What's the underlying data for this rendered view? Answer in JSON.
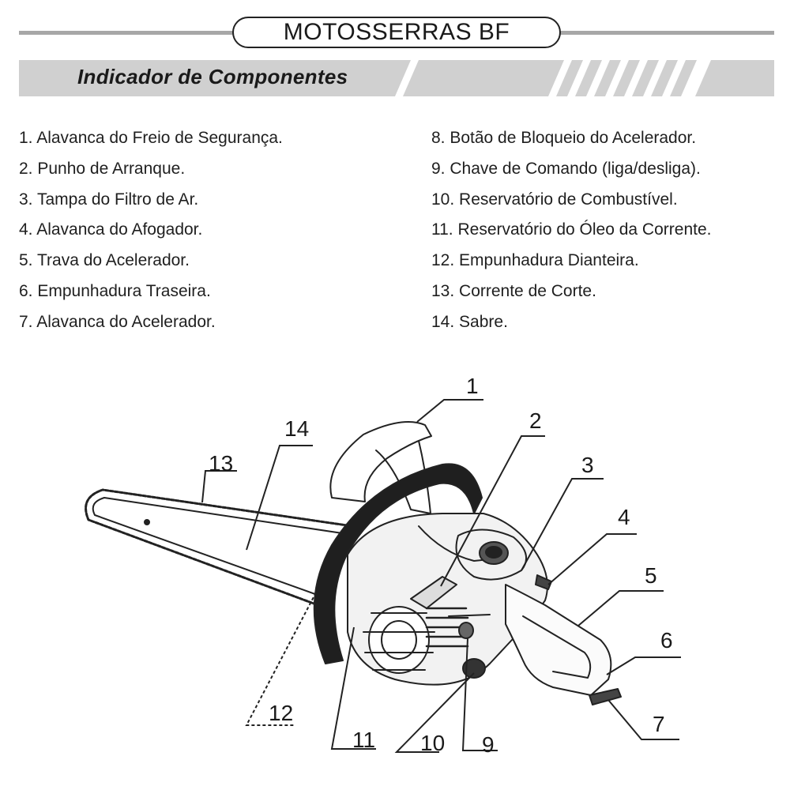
{
  "header": {
    "title": "MOTOSSERRAS BF"
  },
  "section": {
    "title": "Indicador de Componentes"
  },
  "components": {
    "left": [
      "1. Alavanca do Freio de Segurança.",
      "2. Punho de Arranque.",
      "3. Tampa do Filtro de Ar.",
      "4. Alavanca do Afogador.",
      "5. Trava do Acelerador.",
      "6. Empunhadura Traseira.",
      "7. Alavanca do Acelerador."
    ],
    "right": [
      "8. Botão de Bloqueio do Acelerador.",
      "9. Chave de Comando (liga/desliga).",
      "10. Reservatório de Combustível.",
      "11. Reservatório do Óleo da Corrente.",
      "12. Empunhadura Dianteira.",
      "13. Corrente de Corte.",
      "14. Sabre."
    ]
  },
  "callouts": {
    "c1": "1",
    "c2": "2",
    "c3": "3",
    "c4": "4",
    "c5": "5",
    "c6": "6",
    "c7": "7",
    "c9": "9",
    "c10": "10",
    "c11": "11",
    "c12": "12",
    "c13": "13",
    "c14": "14"
  },
  "colors": {
    "rule": "#a7a7a7",
    "band": "#d0d0d0",
    "ink": "#1a1a1a"
  }
}
